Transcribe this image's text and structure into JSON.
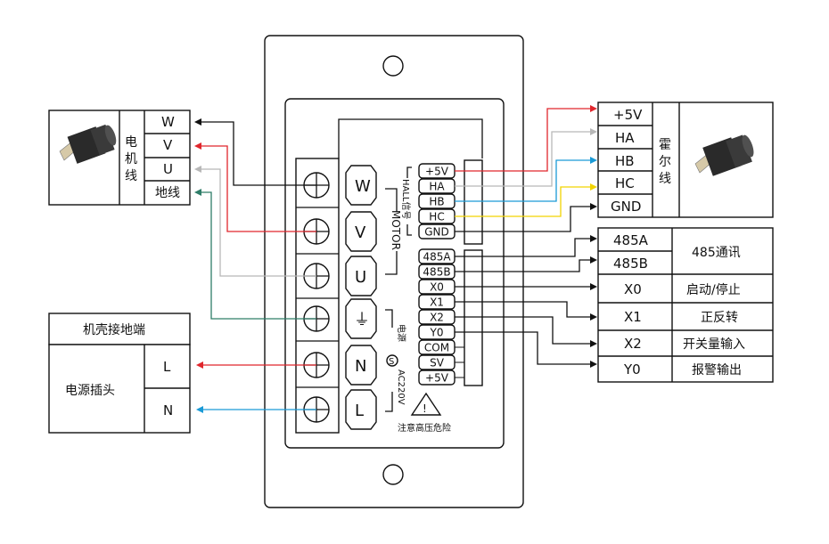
{
  "colors": {
    "black": "#111111",
    "red": "#e0262c",
    "blue": "#1a9ad6",
    "yellow": "#f2d400",
    "grey": "#b8b8b8",
    "green": "#2e7d68"
  },
  "motor_left": {
    "title_chars": [
      "电",
      "机",
      "线"
    ],
    "wires": [
      "W",
      "V",
      "U",
      "地线"
    ],
    "image_icon": "stepper-motor-image"
  },
  "hall_right": {
    "pins": [
      "+5V",
      "HA",
      "HB",
      "HC",
      "GND"
    ],
    "title_chars": [
      "霍",
      "尔",
      "线"
    ],
    "image_icon": "stepper-motor-image"
  },
  "power_plug": {
    "header": "机壳接地端",
    "title": "电源插头",
    "pins": [
      "L",
      "N"
    ]
  },
  "comm_table": {
    "rows": [
      {
        "left": "485A",
        "right": ""
      },
      {
        "left": "485B",
        "right": ""
      },
      {
        "left": "X0",
        "right": "启动/停止"
      },
      {
        "left": "X1",
        "right": "正反转"
      },
      {
        "left": "X2",
        "right": "开关量输入"
      },
      {
        "left": "Y0",
        "right": "报警输出"
      }
    ],
    "merged_label": "485通讯"
  },
  "driver": {
    "motor_terminals": [
      "W",
      "V",
      "U",
      "⏚",
      "N",
      "L"
    ],
    "motor_label": "MOTOR",
    "hall_label": "HALL信号",
    "power_label_cn": "电源",
    "power_label": "AC220V",
    "signal_terminals": [
      "+5V",
      "HA",
      "HB",
      "HC",
      "GND",
      "485A",
      "485B",
      "X0",
      "X1",
      "X2",
      "Y0",
      "COM",
      "SV",
      "+5V"
    ],
    "warning": "注意高压危险",
    "warning_symbol": "!"
  }
}
